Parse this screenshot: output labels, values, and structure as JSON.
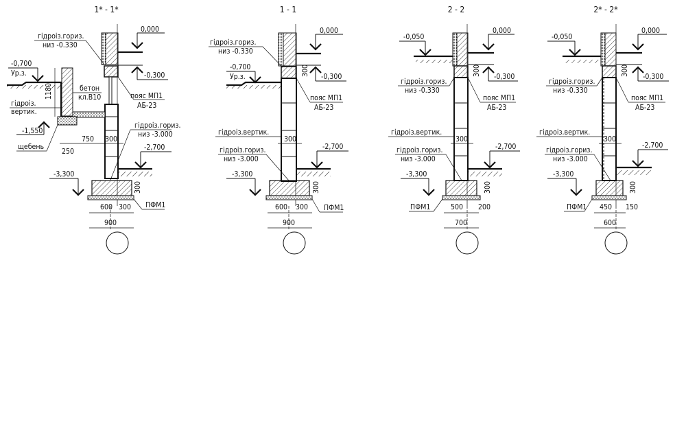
{
  "drawing": {
    "background": "#ffffff",
    "line_color": "#111111"
  },
  "sections": [
    {
      "title": "1* - 1*",
      "labels": {
        "hydro_horiz_top": "гідроіз.гориз.",
        "hydro_horiz_top_level": "низ -0.330",
        "level_floor": "0,000",
        "level_slab_bottom": "-0,300",
        "level_ground": "-0,700",
        "ground_label": "Ур.з.",
        "concrete": "бетон",
        "concrete_class": "кл.B10",
        "belt": "пояс МП1",
        "belt_type": "АБ-23",
        "hydro_vert": "гідроіз.",
        "hydro_vert2": "вертик.",
        "level_pit": "-1,550",
        "gravel": "щебень",
        "dim_1180": "1180",
        "dim_250": "250",
        "dim_750": "750",
        "dim_300_wall": "300",
        "hydro_horiz_bottom": "гідроіз.гориз.",
        "hydro_horiz_bottom_level": "низ -3.000",
        "level_basement": "-2,700",
        "level_foundation": "-3,300",
        "dim_300_footing": "300",
        "footing_mark": "ПФМ1",
        "dim_left": "600",
        "dim_right": "300",
        "dim_total": "900"
      }
    },
    {
      "title": "1 - 1",
      "labels": {
        "hydro_horiz_top": "гідроіз.гориз.",
        "hydro_horiz_top_level": "низ -0.330",
        "level_floor": "0,000",
        "level_slab_bottom": "-0,300",
        "level_ground": "-0,700",
        "ground_label": "Ур.з.",
        "dim_300_belt": "300",
        "belt": "пояс МП1",
        "belt_type": "АБ-23",
        "hydro_vert": "гідроіз.вертик.",
        "dim_300_wall": "300",
        "hydro_horiz_bottom": "гідроіз.гориз.",
        "hydro_horiz_bottom_level": "низ -3.000",
        "level_basement": "-2,700",
        "level_foundation": "-3,300",
        "dim_300_footing": "300",
        "footing_mark": "ПФМ1",
        "dim_left": "600",
        "dim_right": "300",
        "dim_total": "900"
      }
    },
    {
      "title": "2 - 2",
      "labels": {
        "level_outside": "-0,050",
        "level_floor": "0,000",
        "level_slab_bottom": "-0,300",
        "dim_300_belt": "300",
        "hydro_horiz_top": "гідроіз.гориз.",
        "hydro_horiz_top_level": "низ -0.330",
        "belt": "пояс МП1",
        "belt_type": "АБ-23",
        "hydro_vert": "гідроіз.вертик.",
        "dim_300_wall": "300",
        "hydro_horiz_bottom": "гідроіз.гориз.",
        "hydro_horiz_bottom_level": "низ -3.000",
        "level_basement": "-2,700",
        "level_foundation": "-3,300",
        "dim_300_footing": "300",
        "footing_mark": "ПФМ1",
        "dim_left": "500",
        "dim_right": "200",
        "dim_total": "700"
      }
    },
    {
      "title": "2* - 2*",
      "labels": {
        "level_outside": "-0,050",
        "level_floor": "0,000",
        "level_slab_bottom": "-0,300",
        "dim_300_belt": "300",
        "hydro_horiz_top": "гідроіз.гориз.",
        "hydro_horiz_top_level": "низ -0.330",
        "belt": "пояс МП1",
        "belt_type": "АБ-23",
        "hydro_vert": "гідроіз.вертик.",
        "dim_300_wall": "300",
        "hydro_horiz_bottom": "гідроіз.гориз.",
        "hydro_horiz_bottom_level": "низ -3.000",
        "level_basement": "-2,700",
        "level_foundation": "-3,300",
        "dim_300_footing": "300",
        "footing_mark": "ПФМ1",
        "dim_left": "450",
        "dim_right": "150",
        "dim_total": "600"
      }
    }
  ]
}
